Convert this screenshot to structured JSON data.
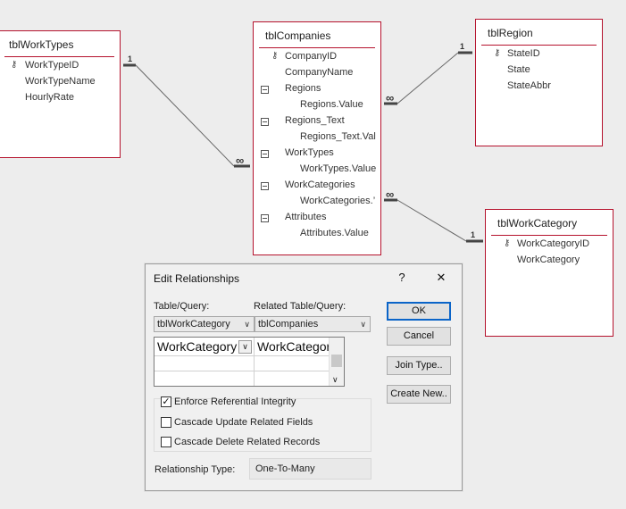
{
  "tables": {
    "worktypes": {
      "title": "tblWorkTypes",
      "fields": [
        "WorkTypeID",
        "WorkTypeName",
        "HourlyRate"
      ]
    },
    "companies": {
      "title": "tblCompanies",
      "fields": [
        "CompanyID",
        "CompanyName",
        "Regions",
        "Regions.Value",
        "Regions_Text",
        "Regions_Text.Val",
        "WorkTypes",
        "WorkTypes.Value",
        "WorkCategories",
        "WorkCategories.’",
        "Attributes",
        "Attributes.Value"
      ]
    },
    "region": {
      "title": "tblRegion",
      "fields": [
        "StateID",
        "State",
        "StateAbbr"
      ]
    },
    "workcategory": {
      "title": "tblWorkCategory",
      "fields": [
        "WorkCategoryID",
        "WorkCategory"
      ]
    }
  },
  "relationships": {
    "one": "1",
    "many": "∞"
  },
  "dialog": {
    "title": "Edit Relationships",
    "help": "?",
    "close": "✕",
    "table_label": "Table/Query:",
    "related_label": "Related Table/Query:",
    "table_value": "tblWorkCategory",
    "related_value": "tblCompanies",
    "grid_left": "WorkCategoryI",
    "grid_right": "WorkCategories.\\",
    "ok": "OK",
    "cancel": "Cancel",
    "join_type": "Join Type..",
    "create_new": "Create New..",
    "enforce": "Enforce Referential Integrity",
    "cascade_update": "Cascade Update Related Fields",
    "cascade_delete": "Cascade Delete Related Records",
    "enforce_checked": true,
    "cascade_update_checked": false,
    "cascade_delete_checked": false,
    "rel_type_label": "Relationship Type:",
    "rel_type_value": "One-To-Many",
    "check_glyph": "✓",
    "arrow_glyph": "∨"
  }
}
